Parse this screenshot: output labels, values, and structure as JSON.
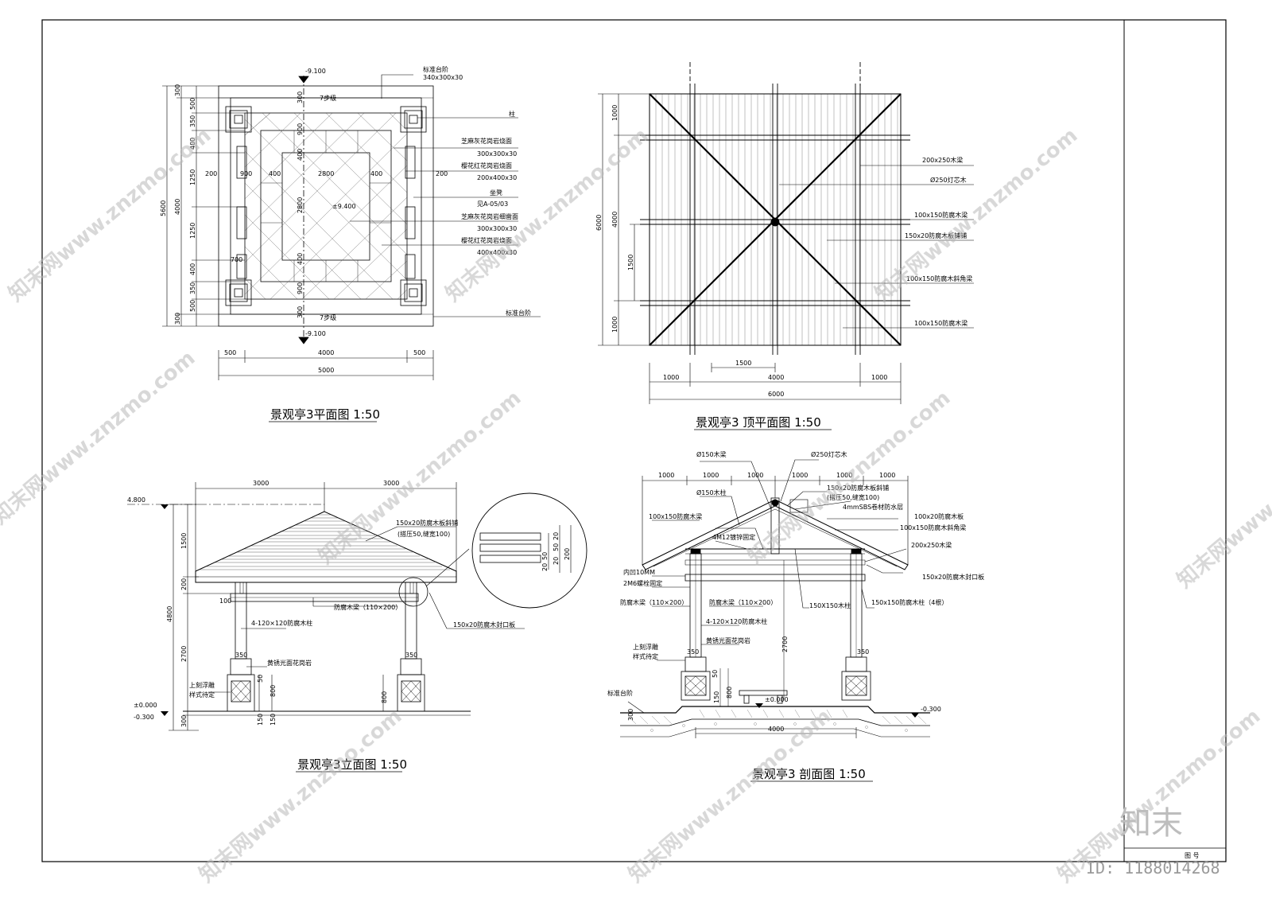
{
  "plan": {
    "title": "景观亭3平面图 1:50",
    "elev_top": "-9.100",
    "elev_bottom": "-9.100",
    "elev_center": "±9.400",
    "dims_left": [
      "300",
      "500",
      "350",
      "400",
      "1250",
      "1250",
      "400",
      "350",
      "500",
      "300"
    ],
    "dims_left_total_a": "4000",
    "dims_left_total_b": "5600",
    "dims_bottom": [
      "500",
      "4000",
      "500"
    ],
    "dims_bottom_total": "5000",
    "dims_inner_row": [
      "200",
      "900",
      "400",
      "2800",
      "400",
      "200"
    ],
    "dims_inner_col": [
      "300",
      "900",
      "400",
      "2800",
      "400",
      "900",
      "300"
    ],
    "dim_700": "700",
    "step_top": "7步级",
    "step_bottom": "7步级",
    "labels": [
      "标准台阶",
      "340x300x30",
      "柱",
      "芝麻灰花岗岩烧面",
      "300x300x30",
      "樱花红花岗岩烧面",
      "200x400x30",
      "坐凳",
      "见A-05/03",
      "芝麻灰花岗岩细凿面",
      "300x300x30",
      "樱花红花岗岩烧面",
      "400x400x30",
      "标准台阶"
    ]
  },
  "roof": {
    "title": "景观亭3 顶平面图 1:50",
    "dims_left": [
      "1000",
      "4000",
      "1000"
    ],
    "dims_left_total": "6000",
    "dim_inner": "1500",
    "dims_bottom": [
      "1000",
      "4000",
      "1000"
    ],
    "dims_bottom_total": "6000",
    "dim_bottom_inner": "1500",
    "labels": [
      "200x250木梁",
      "Ø250灯芯木",
      "100x150防腐木梁",
      "150x20防腐木板铺铺",
      "100x150防腐木斜角梁",
      "100x150防腐木梁"
    ]
  },
  "elevation": {
    "title": "景观亭3立面图 1:50",
    "dims_top": [
      "3000",
      "3000"
    ],
    "elev_top": "4.800",
    "elev_zero": "±0.000",
    "elev_base": "-0.300",
    "dims_left": [
      "1500",
      "200",
      "2700",
      "300"
    ],
    "dims_left_total": "4800",
    "dims_misc": [
      "100",
      "350",
      "350",
      "150",
      "50",
      "800",
      "800",
      "150"
    ],
    "labels": [
      "150x20防腐木板斜铺",
      "(搭压50,缝宽100)",
      "防腐木梁（110×200）",
      "4-120×120防腐木柱",
      "黄锈光面花岗岩",
      "上刻浮雕",
      "样式待定",
      "150x20防腐木封口板"
    ],
    "detail_dims": [
      "20",
      "50",
      "50",
      "20",
      "200",
      "20"
    ]
  },
  "section": {
    "title": "景观亭3 剖面图 1:50",
    "dims_top": [
      "1000",
      "1000",
      "1000",
      "1000",
      "1000",
      "1000"
    ],
    "dim_bottom": "4000",
    "elev_zero": "±0.000",
    "elev_base": "-0.300",
    "dims_misc": [
      "2700",
      "350",
      "350",
      "300",
      "50",
      "800",
      "150"
    ],
    "labels_top": [
      "Ø150木梁",
      "Ø250灯芯木",
      "150x20防腐木板斜铺",
      "(搭压50,缝宽100)",
      "4mmSBS卷材防水层",
      "Ø150木柱",
      "100x20防腐木板",
      "100x150防腐木梁",
      "4M12镀锌固定",
      "100x150防腐木斜角梁",
      "200x250木梁"
    ],
    "labels_mid": [
      "内凹10MM",
      "2M6螺栓固定",
      "150x20防腐木封口板",
      "防腐木梁（110×200）",
      "防腐木梁（110×200）",
      "150X150木柱",
      "150x150防腐木柱（4根）",
      "4-120×120防腐木柱",
      "黄锈光面花岗岩",
      "上刻浮雕",
      "样式待定",
      "标准台阶"
    ]
  },
  "sidebar": {
    "brand": "知末",
    "id": "ID: 1188014268",
    "tb_label": "图 号"
  },
  "watermark": {
    "text": "知末网www.znzmo.com"
  }
}
